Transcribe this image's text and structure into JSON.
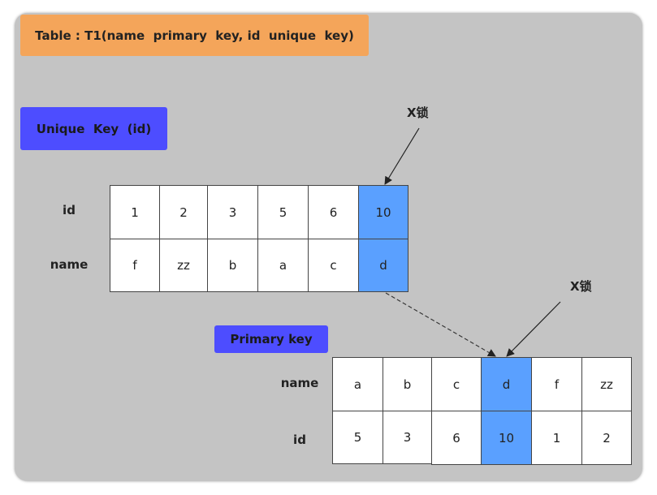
{
  "title": "Table : T1(name  primary  key, id  unique  key)",
  "unique_key_label": "Unique  Key  (id)",
  "primary_key_label": "Primary key",
  "lock_label": "X锁",
  "colors": {
    "title_banner": "#f4a55a",
    "key_banner": "#4d4dff",
    "highlight": "#5aa0ff",
    "background": "#c4c4c4"
  },
  "unique_index": {
    "row_labels": [
      "id",
      "name"
    ],
    "ids": [
      "1",
      "2",
      "3",
      "5",
      "6",
      "10"
    ],
    "names": [
      "f",
      "zz",
      "b",
      "a",
      "c",
      "d"
    ],
    "locked_index": 5
  },
  "primary_index": {
    "row_labels": [
      "name",
      "id"
    ],
    "names": [
      "a",
      "b",
      "c",
      "d",
      "f",
      "zz"
    ],
    "ids": [
      "5",
      "3",
      "6",
      "10",
      "1",
      "2"
    ],
    "locked_index": 3
  }
}
